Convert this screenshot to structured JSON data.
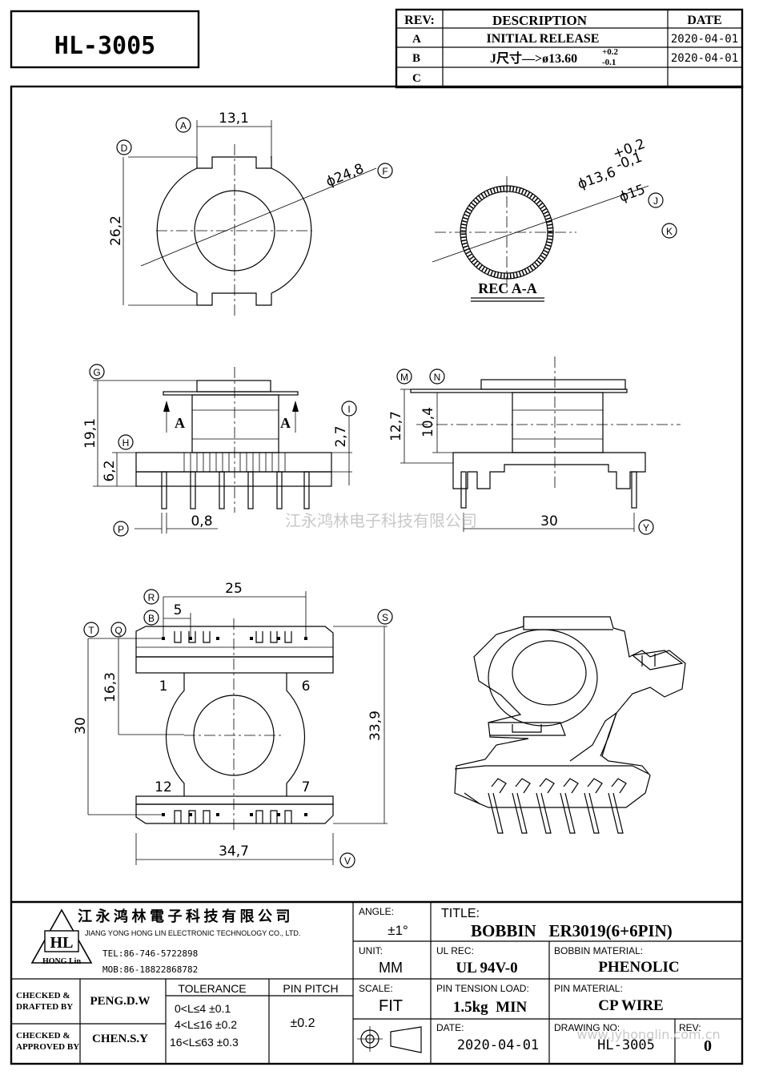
{
  "part_number": "HL-3005",
  "revision_table": {
    "headers": {
      "rev": "REV:",
      "description": "DESCRIPTION",
      "date": "DATE"
    },
    "rows": [
      {
        "rev": "A",
        "description": "INITIAL  RELEASE",
        "date": "2020-04-01"
      },
      {
        "rev": "B",
        "description": "J尺寸—>ø13.60",
        "tol_upper": "+0.2",
        "tol_lower": "-0.1",
        "date": "2020-04-01"
      },
      {
        "rev": "C",
        "description": "",
        "date": ""
      }
    ]
  },
  "dimensions": {
    "top_width": "13,1",
    "top_height": "26,2",
    "outer_dia": "ϕ24,8",
    "inner_dia": "ϕ13,6",
    "inner_tol_upper": "+0,2",
    "inner_tol_lower": "-0,1",
    "tube_dia": "ϕ15",
    "side_height": "19,1",
    "base_height": "6,2",
    "flange_gap": "2,7",
    "pin_width": "0,8",
    "right_height": "12,7",
    "winding_height": "10,4",
    "pin_span": "30",
    "pitch_total": "25",
    "pitch": "5",
    "center_height": "16,3",
    "overall_row": "30",
    "overall_height": "33,9",
    "overall_width": "34,7"
  },
  "markers": [
    "A",
    "D",
    "F",
    "J",
    "K",
    "G",
    "H",
    "I",
    "M",
    "N",
    "P",
    "Y",
    "R",
    "B",
    "T",
    "Q",
    "S",
    "V"
  ],
  "section_label": "REC A-A",
  "section_arrow_label": "A",
  "pin_numbers": [
    "1",
    "6",
    "12",
    "7"
  ],
  "watermark": "江永鸿林电子科技有限公司",
  "company": {
    "name_cn": "江 永 鸿 林 電 子 科 技 有 限 公 司",
    "name_en": "JIANG YONG HONG LIN ELECTRONIC TECHNOLOGY CO., LTD.",
    "logo_text": "HL",
    "logo_sub": "HONG Lin",
    "tel": "TEL:86-746-5722898",
    "mob": "MOB:86-18822868782"
  },
  "title_block": {
    "angle_label": "ANGLE:",
    "angle_value": "±1°",
    "title_label": "TITLE:",
    "title_value": "BOBBIN   ER3019(6+6PIN)",
    "unit_label": "UNIT:",
    "unit_value": "MM",
    "ul_label": "UL REC:",
    "ul_value": "UL 94V-0",
    "material_label": "BOBBIN MATERIAL:",
    "material_value": "PHENOLIC",
    "checked_drafted_label": "CHECKED &\nDRAFTED BY",
    "checked_drafted_label_1": "CHECKED &",
    "checked_drafted_label_2": "DRAFTED BY",
    "drafted_by": "PENG.D.W",
    "tolerance_label": "TOLERANCE",
    "tolerances": [
      "0<L≤4   ±0.1",
      "4<L≤16  ±0.2",
      "16<L≤63 ±0.3"
    ],
    "pin_pitch_label": "PIN PITCH",
    "pin_pitch_value": "±0.2",
    "scale_label": "SCALE:",
    "scale_value": "FIT",
    "pin_tension_label": "PIN TENSION LOAD:",
    "pin_tension_value": "1.5kg  MIN",
    "pin_material_label": "PIN MATERIAL:",
    "pin_material_value": "CP WIRE",
    "checked_approved_label_1": "CHECKED &",
    "checked_approved_label_2": "APPROVED BY",
    "approved_by": "CHEN.S.Y",
    "date_label": "DATE:",
    "date_value": "2020-04-01",
    "drawing_no_label": "DRAWING NO:",
    "drawing_no_value": "HL-3005",
    "rev_label": "REV:",
    "rev_value": "0",
    "website": "www.jyhonglin.com.cn"
  }
}
